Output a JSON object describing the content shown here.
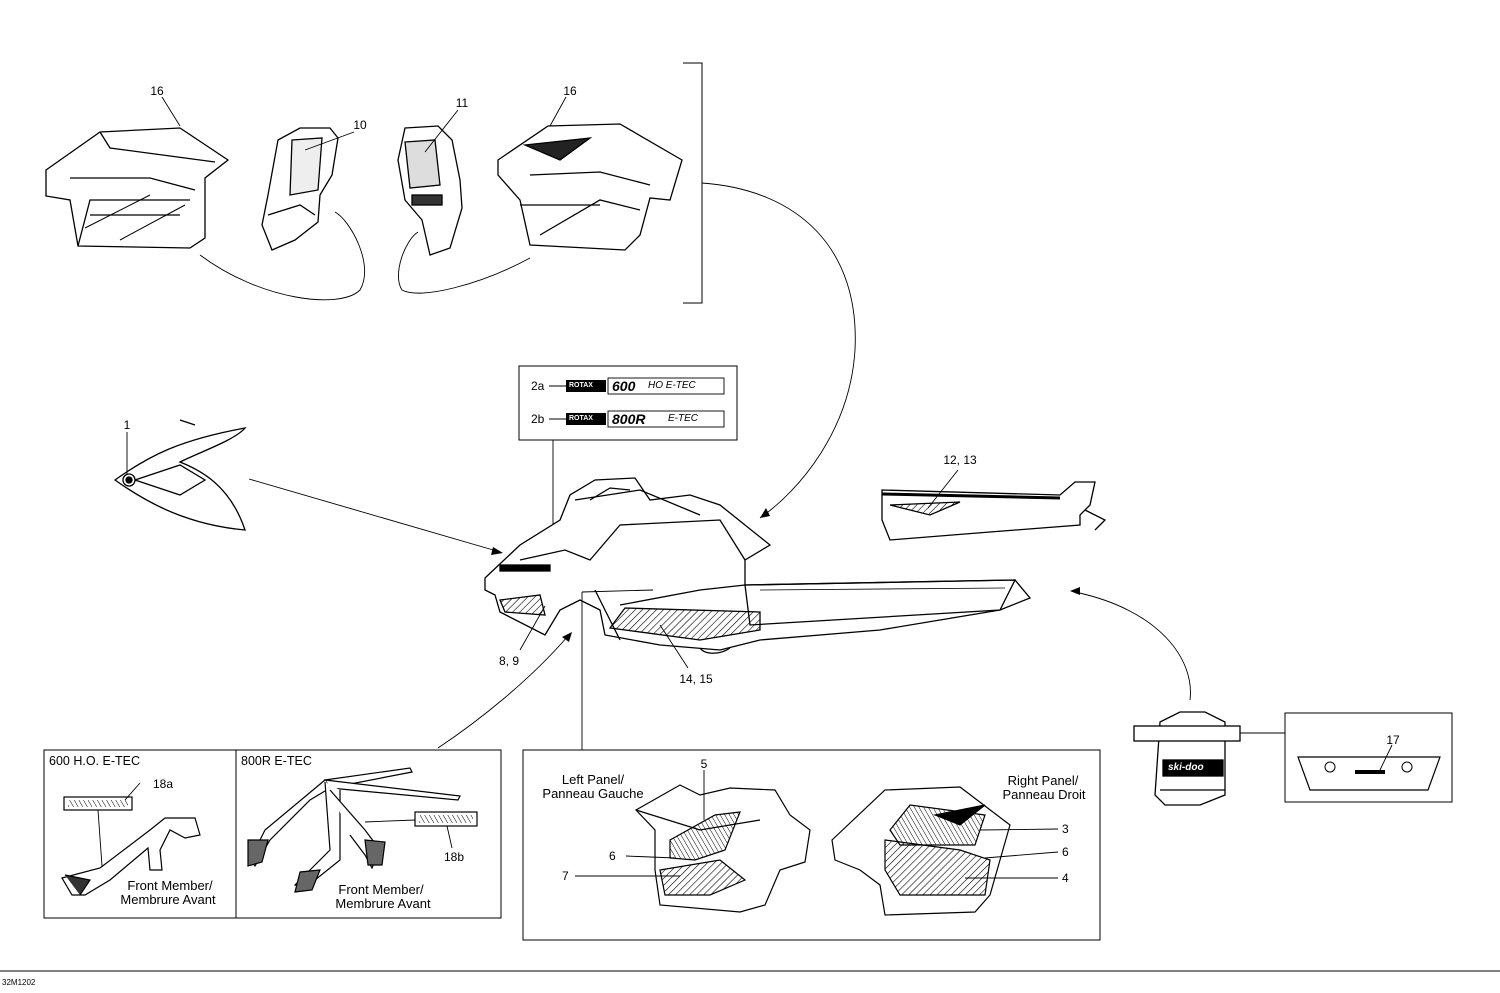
{
  "drawing_code": "32M1202",
  "callouts": {
    "c16_left": "16",
    "c10": "10",
    "c11": "11",
    "c16_right": "16",
    "c1": "1",
    "c2a": "2a",
    "c2b": "2b",
    "c12_13": "12, 13",
    "c8_9": "8, 9",
    "c14_15": "14, 15",
    "c18a": "18a",
    "c18b": "18b",
    "c5": "5",
    "c6_left": "6",
    "c7": "7",
    "c3": "3",
    "c6_right": "6",
    "c4": "4",
    "c17": "17"
  },
  "engine_decals": {
    "decal_2a": {
      "brand": "ROTAX",
      "model": "600",
      "suffix": "HO E-TEC"
    },
    "decal_2b": {
      "brand": "ROTAX",
      "model": "800R",
      "suffix": "E-TEC"
    }
  },
  "variant_box": {
    "left_title": "600 H.O. E-TEC",
    "right_title": "800R E-TEC",
    "left_caption_line1": "Front Member/",
    "left_caption_line2": "Membrure Avant",
    "right_caption_line1": "Front Member/",
    "right_caption_line2": "Membrure Avant"
  },
  "panel_box": {
    "left_line1": "Left Panel/",
    "left_line2": "Panneau Gauche",
    "right_line1": "Right Panel/",
    "right_line2": "Panneau Droit"
  },
  "flap_logo": "ski-doo"
}
